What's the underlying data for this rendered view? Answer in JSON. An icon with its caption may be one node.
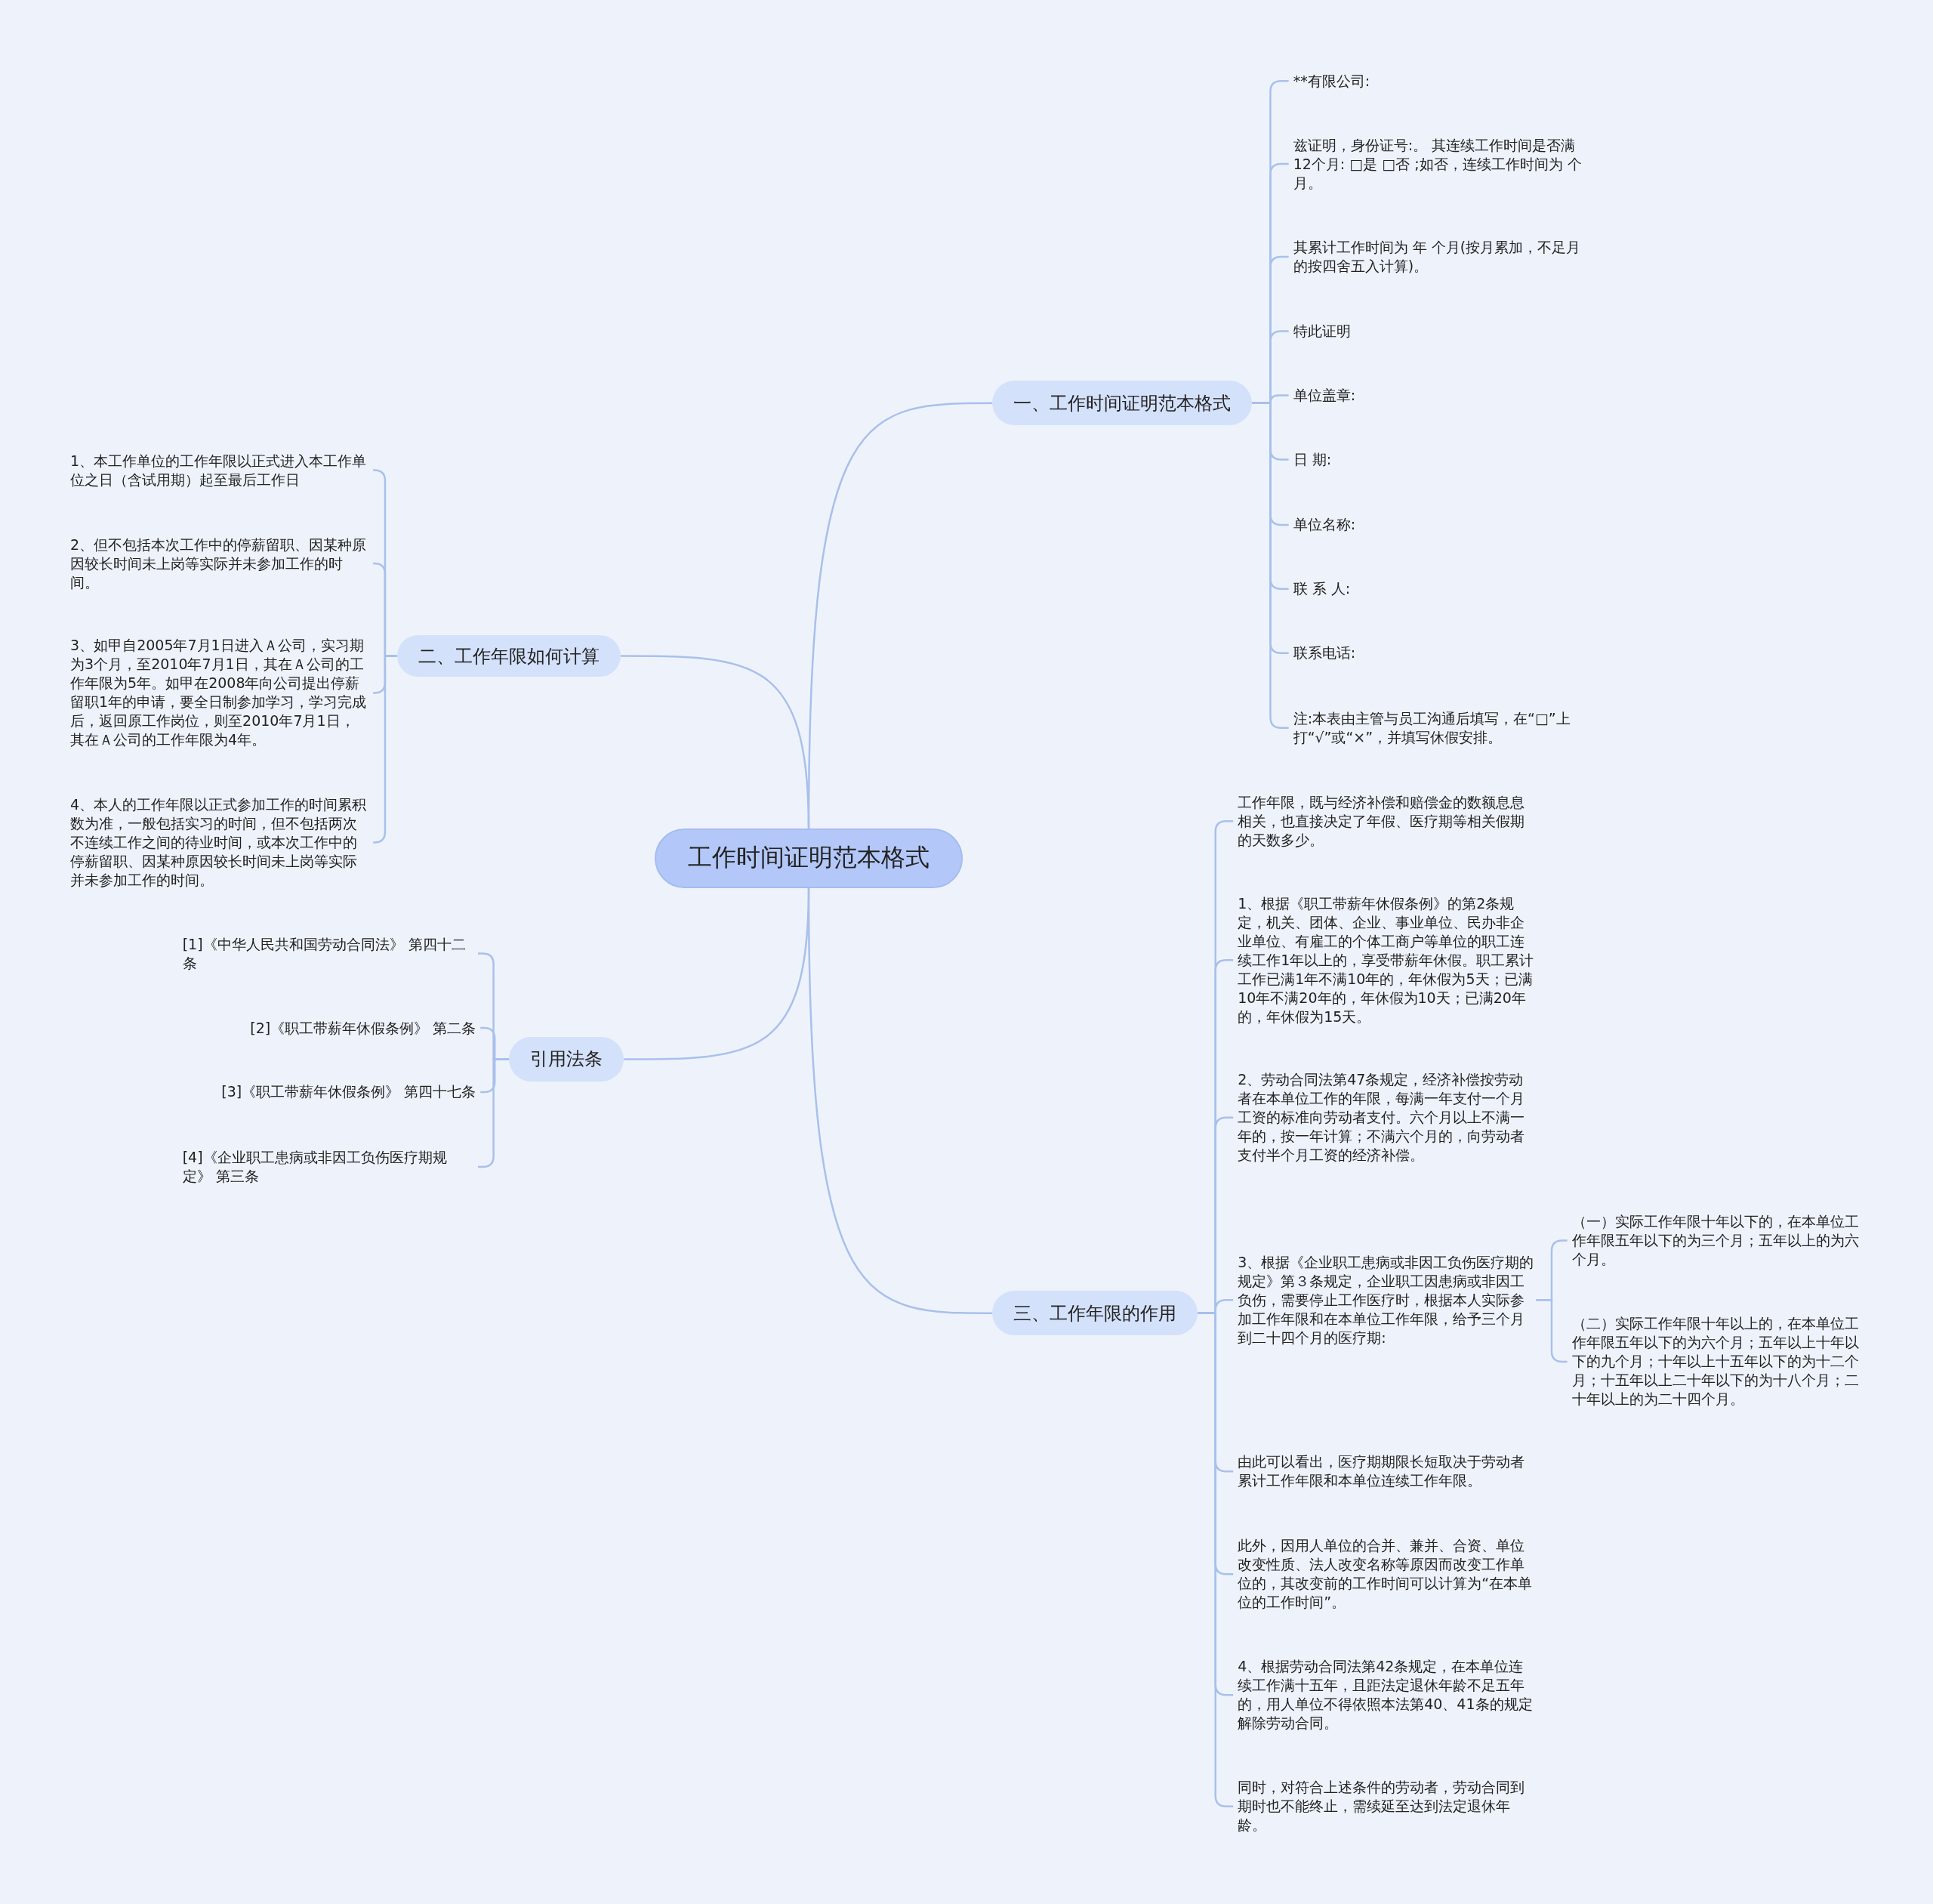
{
  "diagram": {
    "nodes": [
      {
        "text": [
          "工作时间证明范本格式"
        ]
      },
      {
        "text": [
          "一、工作时间证明范本格式"
        ]
      },
      {
        "text": [
          "**有限公司:"
        ]
      },
      {
        "text": [
          "兹证明，身份证号:。 其连续工作时间是否满12个月: □是 □否 ;如否，连续工作时间为 个月。"
        ]
      },
      {
        "text": [
          "其累计工作时间为 年 个月(按月累加，不足月的按四舍五入计算)。"
        ]
      },
      {
        "text": [
          "特此证明"
        ]
      },
      {
        "text": [
          "单位盖章:"
        ]
      },
      {
        "text": [
          "日 期:"
        ]
      },
      {
        "text": [
          "单位名称:"
        ]
      },
      {
        "text": [
          "联 系 人:"
        ]
      },
      {
        "text": [
          "联系电话:"
        ]
      },
      {
        "text": [
          "注:本表由主管与员工沟通后填写，在“□”上打“√”或“×”，并填写休假安排。"
        ]
      },
      {
        "text": [
          "二、工作年限如何计算"
        ]
      },
      {
        "text": [
          "1、本工作单位的工作年限以正式进入本工作单位之日（含试用期）起至最后工作日"
        ]
      },
      {
        "text": [
          "2、但不包括本次工作中的停薪留职、因某种原因较长时间未上岗等实际并未参加工作的时间。"
        ]
      },
      {
        "text": [
          "3、如甲自2005年7月1日进入Ａ公司，实习期为3个月，至2010年7月1日，其在Ａ公司的工作年限为5年。如甲在2008年向公司提出停薪留职1年的申请，要全日制参加学习，学习完成后，返回原工作岗位，则至2010年7月1日，其在Ａ公司的工作年限为4年。"
        ]
      },
      {
        "text": [
          "4、本人的工作年限以正式参加工作的时间累积数为准，一般包括实习的时间，但不包括两次不连续工作之间的待业时间，或本次工作中的停薪留职、因某种原因较长时间未上岗等实际并未参加工作的时间。"
        ]
      },
      {
        "text": [
          "引用法条"
        ]
      },
      {
        "text": [
          "[1]《中华人民共和国劳动合同法》 第四十二条"
        ]
      },
      {
        "text": [
          "[2]《职工带薪年休假条例》 第二条"
        ]
      },
      {
        "text": [
          "[3]《职工带薪年休假条例》 第四十七条"
        ]
      },
      {
        "text": [
          "[4]《企业职工患病或非因工负伤医疗期规定》 第三条"
        ]
      },
      {
        "text": [
          "三、工作年限的作用"
        ]
      },
      {
        "text": [
          "工作年限，既与经济补偿和赔偿金的数额息息相关，也直接决定了年假、医疗期等相关假期的天数多少。"
        ]
      },
      {
        "text": [
          "1、根据《职工带薪年休假条例》的第2条规定，机关、团体、企业、事业单位、民办非企业单位、有雇工的个体工商户等单位的职工连续工作1年以上的，享受带薪年休假。职工累计工作已满1年不满10年的，年休假为5天；已满10年不满20年的，年休假为10天；已满20年的，年休假为15天。"
        ]
      },
      {
        "text": [
          "2、劳动合同法第47条规定，经济补偿按劳动者在本单位工作的年限，每满一年支付一个月工资的标准向劳动者支付。六个月以上不满一年的，按一年计算；不满六个月的，向劳动者支付半个月工资的经济补偿。"
        ]
      },
      {
        "text": [
          "3、根据《企业职工患病或非因工负伤医疗期的规定》第３条规定，企业职工因患病或非因工负伤，需要停止工作医疗时，根据本人实际参加工作年限和在本单位工作年限，给予三个月到二十四个月的医疗期:"
        ]
      },
      {
        "text": [
          "（一）实际工作年限十年以下的，在本单位工作年限五年以下的为三个月；五年以上的为六个月。"
        ]
      },
      {
        "text": [
          "（二）实际工作年限十年以上的，在本单位工作年限五年以下的为六个月；五年以上十年以下的九个月；十年以上十五年以下的为十二个月；十五年以上二十年以下的为十八个月；二十年以上的为二十四个月。"
        ]
      },
      {
        "text": [
          "由此可以看出，医疗期期限长短取决于劳动者累计工作年限和本单位连续工作年限。"
        ]
      },
      {
        "text": [
          "此外，因用人单位的合并、兼并、合资、单位改变性质、法人改变名称等原因而改变工作单位的，其改变前的工作时间可以计算为“在本单位的工作时间”。"
        ]
      },
      {
        "text": [
          "4、根据劳动合同法第42条规定，在本单位连续工作满十五年，且距法定退休年龄不足五年的，用人单位不得依照本法第40、41条的规定解除劳动合同。"
        ]
      },
      {
        "text": [
          "同时，对符合上述条件的劳动者，劳动合同到期时也不能终止，需续延至达到法定退休年龄。"
        ]
      }
    ],
    "edges": [
      {
        "from": 0,
        "to": 1,
        "arrow": "none"
      },
      {
        "from": 0,
        "to": 12,
        "arrow": "none"
      },
      {
        "from": 0,
        "to": 17,
        "arrow": "none"
      },
      {
        "from": 0,
        "to": 22,
        "arrow": "none"
      },
      {
        "from": 1,
        "to": 2,
        "arrow": "none"
      },
      {
        "from": 1,
        "to": 3,
        "arrow": "none"
      },
      {
        "from": 1,
        "to": 4,
        "arrow": "none"
      },
      {
        "from": 1,
        "to": 5,
        "arrow": "none"
      },
      {
        "from": 1,
        "to": 6,
        "arrow": "none"
      },
      {
        "from": 1,
        "to": 7,
        "arrow": "none"
      },
      {
        "from": 1,
        "to": 8,
        "arrow": "none"
      },
      {
        "from": 1,
        "to": 9,
        "arrow": "none"
      },
      {
        "from": 1,
        "to": 10,
        "arrow": "none"
      },
      {
        "from": 1,
        "to": 11,
        "arrow": "none"
      },
      {
        "from": 12,
        "to": 13,
        "arrow": "none"
      },
      {
        "from": 12,
        "to": 14,
        "arrow": "none"
      },
      {
        "from": 12,
        "to": 15,
        "arrow": "none"
      },
      {
        "from": 12,
        "to": 16,
        "arrow": "none"
      },
      {
        "from": 17,
        "to": 18,
        "arrow": "none"
      },
      {
        "from": 17,
        "to": 19,
        "arrow": "none"
      },
      {
        "from": 17,
        "to": 20,
        "arrow": "none"
      },
      {
        "from": 17,
        "to": 21,
        "arrow": "none"
      },
      {
        "from": 22,
        "to": 23,
        "arrow": "none"
      },
      {
        "from": 22,
        "to": 24,
        "arrow": "none"
      },
      {
        "from": 22,
        "to": 25,
        "arrow": "none"
      },
      {
        "from": 22,
        "to": 26,
        "arrow": "none"
      },
      {
        "from": 26,
        "to": 27,
        "arrow": "none"
      },
      {
        "from": 26,
        "to": 28,
        "arrow": "none"
      },
      {
        "from": 22,
        "to": 29,
        "arrow": "none"
      },
      {
        "from": 22,
        "to": 30,
        "arrow": "none"
      },
      {
        "from": 22,
        "to": 31,
        "arrow": "none"
      },
      {
        "from": 22,
        "to": 32,
        "arrow": "none"
      }
    ]
  }
}
